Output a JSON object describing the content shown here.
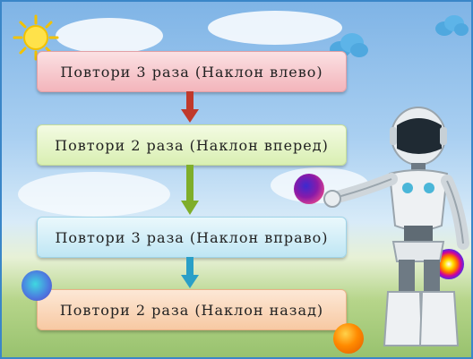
{
  "steps": [
    {
      "label": "Повтори 3 раза (Наклон влево)",
      "color": "#f3b5bb"
    },
    {
      "label": "Повтори 2 раза (Наклон вперед)",
      "color": "#d9efb2"
    },
    {
      "label": "Повтори 3 раза (Наклон вправо)",
      "color": "#bfe6f4"
    },
    {
      "label": "Повтори 2 раза (Наклон назад)",
      "color": "#f7c9a3"
    }
  ],
  "arrow_colors": [
    "#c0392b",
    "#7fae2a",
    "#2a9fc7"
  ],
  "decorations": [
    "sun-icon",
    "cloud-icon",
    "robot-illustration",
    "orb"
  ]
}
